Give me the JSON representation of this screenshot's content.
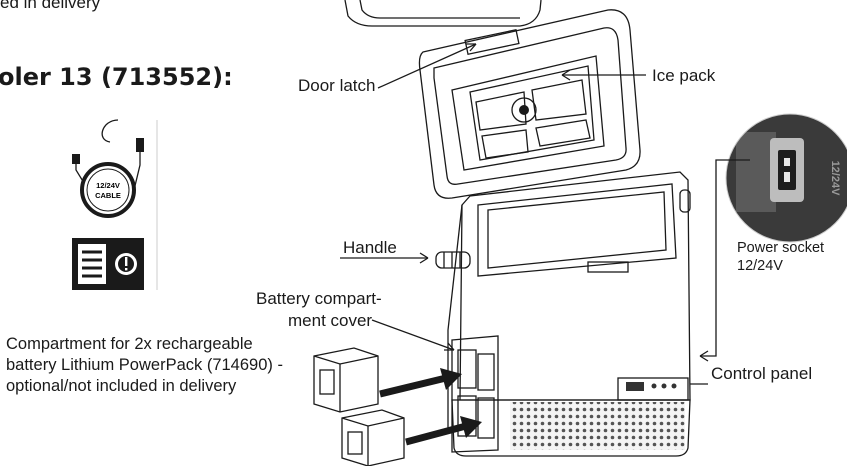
{
  "header": {
    "top_note": "ed in delivery",
    "title": "oler 13 (713552):"
  },
  "accessories": {
    "cable_label_line1": "12/24V",
    "cable_label_line2": "CABLE"
  },
  "labels": {
    "door_latch": "Door latch",
    "ice_pack": "Ice pack",
    "handle": "Handle",
    "battery_cover_line1": "Battery compart-",
    "battery_cover_line2": "ment cover",
    "compartment_text": "Compartment for 2x rechargeable battery Lithium PowerPack (714690) - optional/not included in delivery",
    "power_socket_line1": "Power socket",
    "power_socket_line2": "12/24V",
    "control_panel": "Control panel",
    "socket_marking": "12/24V"
  },
  "colors": {
    "text": "#1a1a1a",
    "socket_bg": "#2e2e2e"
  }
}
